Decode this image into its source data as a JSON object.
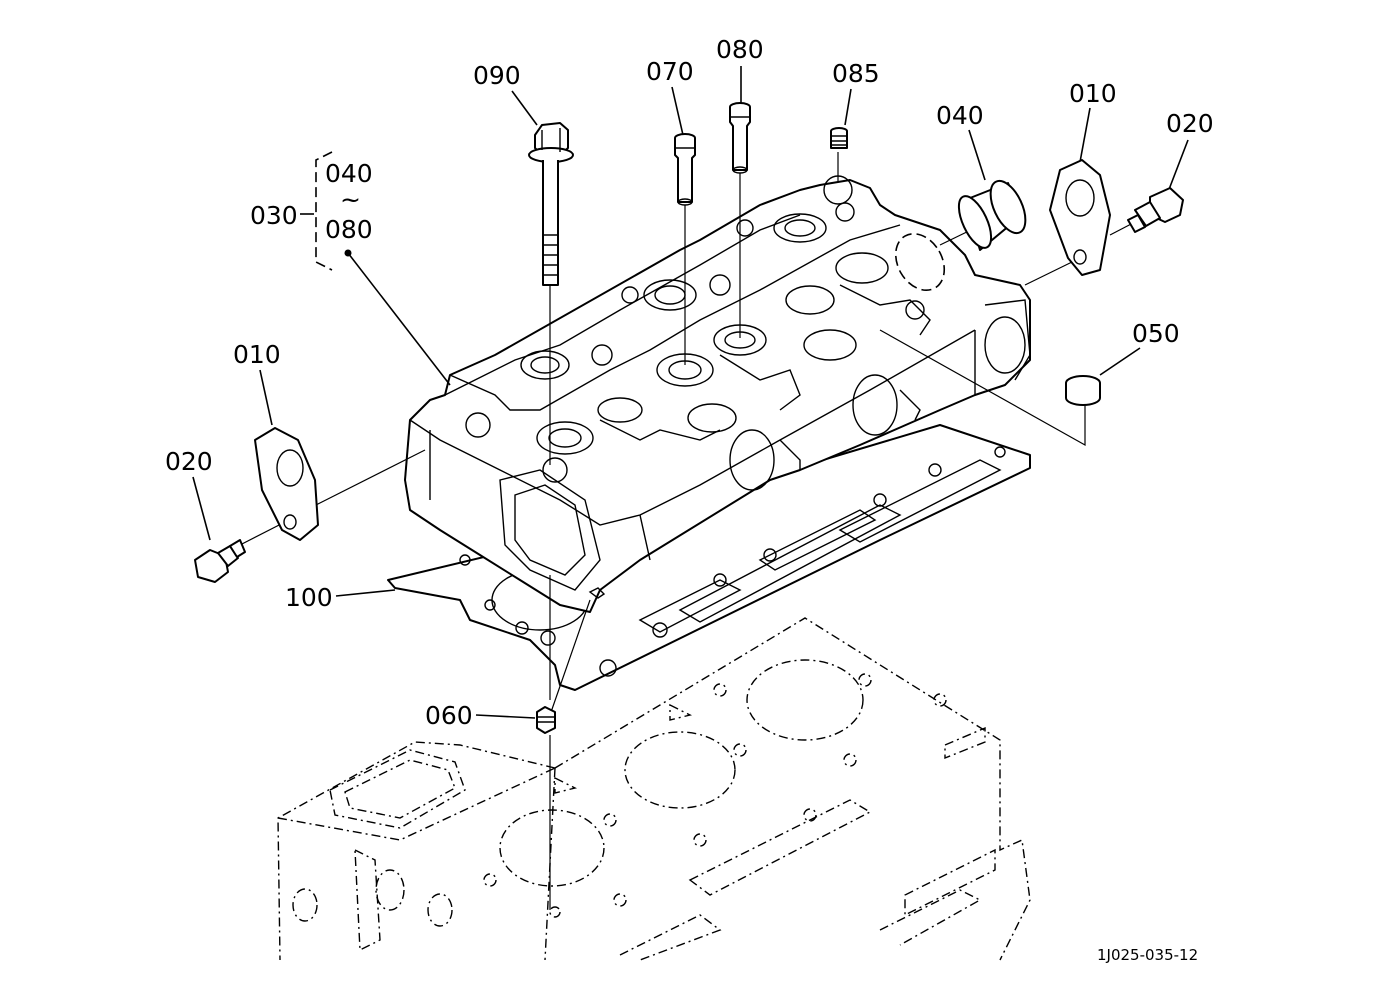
{
  "callouts": [
    {
      "id": "090",
      "text": "090"
    },
    {
      "id": "070",
      "text": "070"
    },
    {
      "id": "080-top",
      "text": "080"
    },
    {
      "id": "085",
      "text": "085"
    },
    {
      "id": "040-top",
      "text": "040"
    },
    {
      "id": "010-right",
      "text": "010"
    },
    {
      "id": "020-right",
      "text": "020"
    },
    {
      "id": "050",
      "text": "050"
    },
    {
      "id": "010-left",
      "text": "010"
    },
    {
      "id": "020-left",
      "text": "020"
    },
    {
      "id": "100",
      "text": "100"
    },
    {
      "id": "060",
      "text": "060"
    }
  ],
  "assembly": {
    "label": "030",
    "range_start": "040",
    "range_sep": "~",
    "range_end": "080"
  },
  "drawing_code": "1J025-035-12"
}
